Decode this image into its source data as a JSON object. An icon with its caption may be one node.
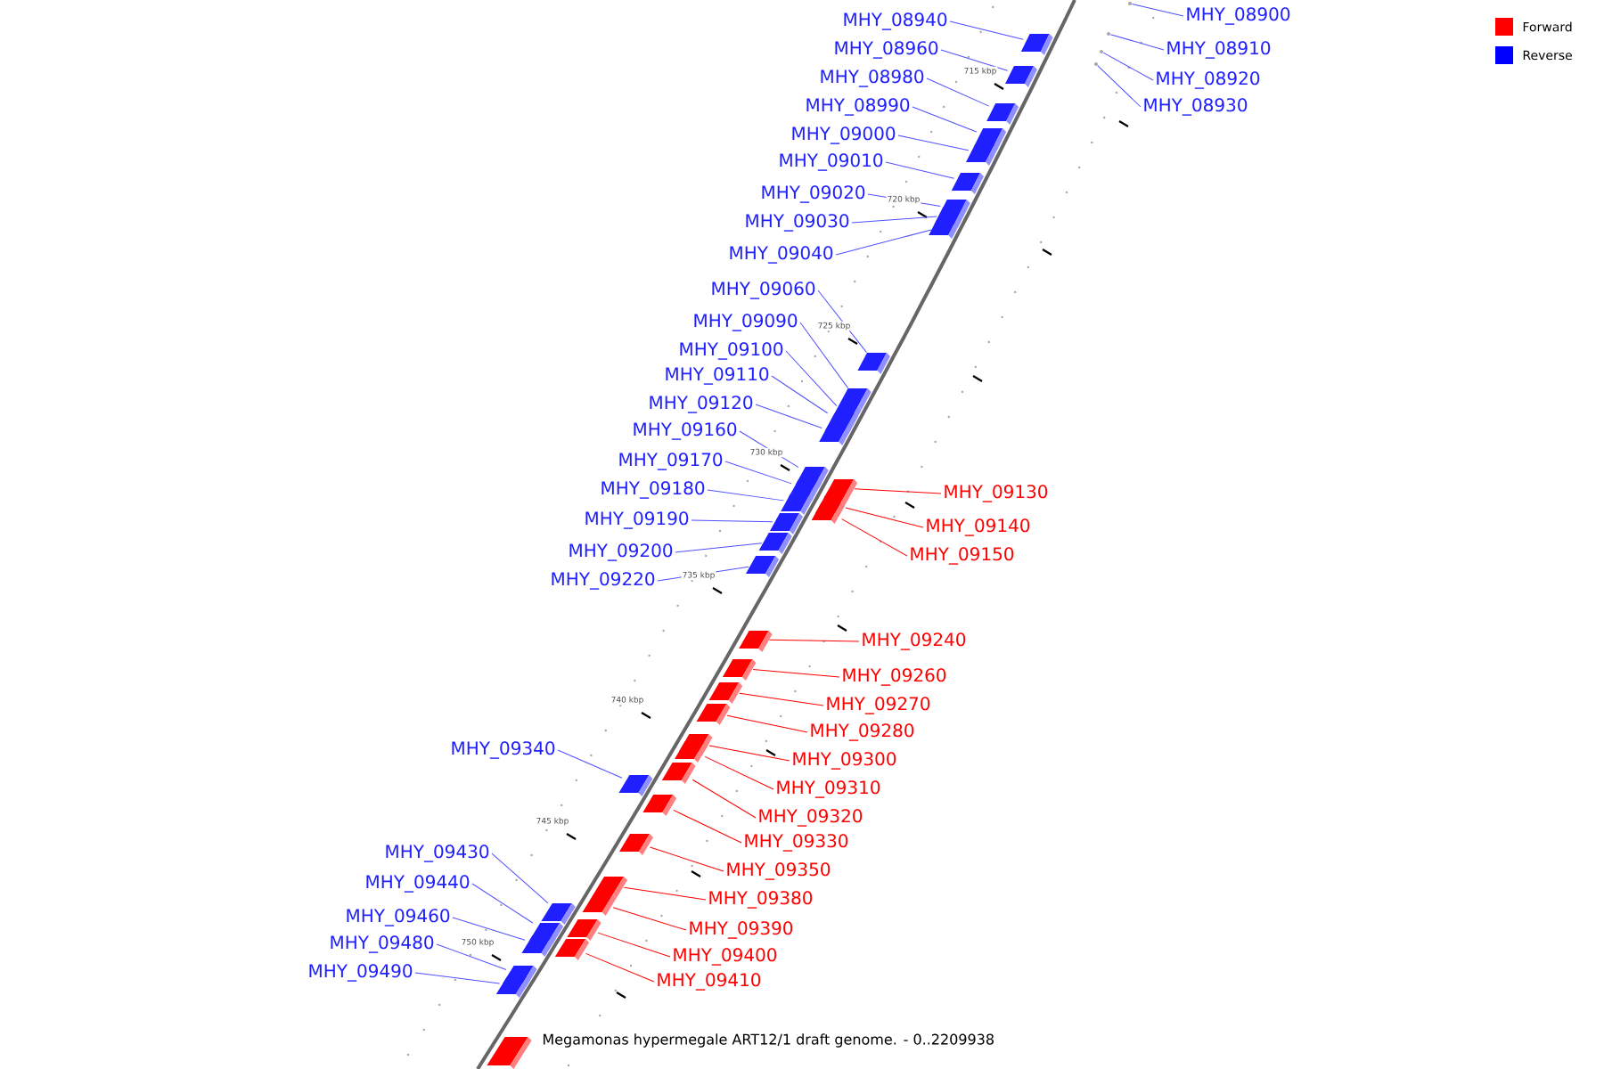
{
  "diagram": {
    "caption": "Megamonas hypermegale ART12/1 draft genome. - 0..2209938",
    "nodes": [
      {
        "text": [
          "MHY_08900"
        ]
      },
      {
        "text": [
          "MHY_08940"
        ]
      },
      {
        "text": [
          "MHY_08960"
        ]
      },
      {
        "text": [
          "MHY_08910"
        ]
      },
      {
        "text": [
          "MHY_08980"
        ]
      },
      {
        "text": [
          "MHY_08920"
        ]
      },
      {
        "text": [
          "MHY_08990"
        ]
      },
      {
        "text": [
          "MHY_08930"
        ]
      },
      {
        "text": [
          "MHY_09000"
        ]
      },
      {
        "text": [
          "MHY_09010"
        ]
      },
      {
        "text": [
          "MHY_09020"
        ]
      },
      {
        "text": [
          "MHY_09030"
        ]
      },
      {
        "text": [
          "MHY_09040"
        ]
      },
      {
        "text": [
          "MHY_09060"
        ]
      },
      {
        "text": [
          "MHY_09090"
        ]
      },
      {
        "text": [
          "MHY_09100"
        ]
      },
      {
        "text": [
          "MHY_09110"
        ]
      },
      {
        "text": [
          "MHY_09120"
        ]
      },
      {
        "text": [
          "MHY_09160"
        ]
      },
      {
        "text": [
          "MHY_09170"
        ]
      },
      {
        "text": [
          "MHY_09180"
        ]
      },
      {
        "text": [
          "MHY_09130"
        ]
      },
      {
        "text": [
          "MHY_09190"
        ]
      },
      {
        "text": [
          "MHY_09140"
        ]
      },
      {
        "text": [
          "MHY_09200"
        ]
      },
      {
        "text": [
          "MHY_09150"
        ]
      },
      {
        "text": [
          "MHY_09220"
        ]
      },
      {
        "text": [
          "MHY_09240"
        ]
      },
      {
        "text": [
          "MHY_09260"
        ]
      },
      {
        "text": [
          "MHY_09270"
        ]
      },
      {
        "text": [
          "MHY_09280"
        ]
      },
      {
        "text": [
          "MHY_09340"
        ]
      },
      {
        "text": [
          "MHY_09300"
        ]
      },
      {
        "text": [
          "MHY_09310"
        ]
      },
      {
        "text": [
          "MHY_09320"
        ]
      },
      {
        "text": [
          "MHY_09330"
        ]
      },
      {
        "text": [
          "MHY_09430"
        ]
      },
      {
        "text": [
          "MHY_09350"
        ]
      },
      {
        "text": [
          "MHY_09440"
        ]
      },
      {
        "text": [
          "MHY_09380"
        ]
      },
      {
        "text": [
          "MHY_09460"
        ]
      },
      {
        "text": [
          "MHY_09390"
        ]
      },
      {
        "text": [
          "MHY_09480"
        ]
      },
      {
        "text": [
          "MHY_09400"
        ]
      },
      {
        "text": [
          "MHY_09490"
        ]
      },
      {
        "text": [
          "MHY_09410"
        ]
      },
      {
        "text": [],
        "shape": "circle"
      },
      {
        "text": [],
        "shape": "box"
      },
      {
        "text": [],
        "shape": "box"
      },
      {
        "text": [],
        "shape": "circle"
      },
      {
        "text": [],
        "shape": "box"
      },
      {
        "text": [],
        "shape": "circle"
      },
      {
        "text": [],
        "shape": "box"
      },
      {
        "text": [],
        "shape": "circle"
      },
      {
        "text": [],
        "shape": "box"
      },
      {
        "text": [],
        "shape": "box"
      },
      {
        "text": [],
        "shape": "box"
      },
      {
        "text": [],
        "shape": "box"
      },
      {
        "text": [],
        "shape": "box"
      },
      {
        "text": [],
        "shape": "box"
      },
      {
        "text": [],
        "shape": "box"
      },
      {
        "text": [],
        "shape": "box"
      },
      {
        "text": [],
        "shape": "box"
      },
      {
        "text": [],
        "shape": "box"
      },
      {
        "text": [],
        "shape": "box"
      },
      {
        "text": [],
        "shape": "box"
      },
      {
        "text": [],
        "shape": "box"
      },
      {
        "text": [],
        "shape": "box"
      },
      {
        "text": [],
        "shape": "box"
      },
      {
        "text": [],
        "shape": "box"
      },
      {
        "text": [],
        "shape": "box"
      },
      {
        "text": [],
        "shape": "box"
      },
      {
        "text": [],
        "shape": "box"
      },
      {
        "text": [],
        "shape": "box"
      },
      {
        "text": [],
        "shape": "box"
      },
      {
        "text": [],
        "shape": "box"
      },
      {
        "text": [],
        "shape": "box"
      },
      {
        "text": [],
        "shape": "box"
      },
      {
        "text": [],
        "shape": "box"
      },
      {
        "text": [],
        "shape": "box"
      },
      {
        "text": [],
        "shape": "box"
      },
      {
        "text": [],
        "shape": "box"
      },
      {
        "text": [],
        "shape": "box"
      },
      {
        "text": [],
        "shape": "box"
      },
      {
        "text": [],
        "shape": "box"
      },
      {
        "text": [],
        "shape": "box"
      },
      {
        "text": [],
        "shape": "box"
      },
      {
        "text": [],
        "shape": "box"
      },
      {
        "text": [],
        "shape": "box"
      },
      {
        "text": [],
        "shape": "box"
      },
      {
        "text": [],
        "shape": "box"
      },
      {
        "text": [],
        "shape": "box"
      }
    ],
    "edges": [
      {
        "from": 0,
        "to": 46,
        "arrow": "none"
      },
      {
        "from": 1,
        "to": 47,
        "arrow": "none"
      },
      {
        "from": 2,
        "to": 48,
        "arrow": "none"
      },
      {
        "from": 3,
        "to": 49,
        "arrow": "none"
      },
      {
        "from": 4,
        "to": 50,
        "arrow": "none"
      },
      {
        "from": 5,
        "to": 51,
        "arrow": "none"
      },
      {
        "from": 6,
        "to": 52,
        "arrow": "none"
      },
      {
        "from": 7,
        "to": 53,
        "arrow": "none"
      },
      {
        "from": 8,
        "to": 54,
        "arrow": "none"
      },
      {
        "from": 9,
        "to": 55,
        "arrow": "none"
      },
      {
        "from": 10,
        "to": 56,
        "arrow": "none"
      },
      {
        "from": 11,
        "to": 57,
        "arrow": "none"
      },
      {
        "from": 12,
        "to": 58,
        "arrow": "none"
      },
      {
        "from": 13,
        "to": 59,
        "arrow": "none"
      },
      {
        "from": 14,
        "to": 60,
        "arrow": "none"
      },
      {
        "from": 15,
        "to": 61,
        "arrow": "none"
      },
      {
        "from": 16,
        "to": 62,
        "arrow": "none"
      },
      {
        "from": 17,
        "to": 63,
        "arrow": "none"
      },
      {
        "from": 18,
        "to": 64,
        "arrow": "none"
      },
      {
        "from": 19,
        "to": 65,
        "arrow": "none"
      },
      {
        "from": 20,
        "to": 66,
        "arrow": "none"
      },
      {
        "from": 21,
        "to": 67,
        "arrow": "none",
        "color": "#ff0000"
      },
      {
        "from": 22,
        "to": 68,
        "arrow": "none"
      },
      {
        "from": 23,
        "to": 69,
        "arrow": "none",
        "color": "#ff0000"
      },
      {
        "from": 24,
        "to": 70,
        "arrow": "none"
      },
      {
        "from": 25,
        "to": 71,
        "arrow": "none",
        "color": "#ff0000"
      },
      {
        "from": 26,
        "to": 72,
        "arrow": "none"
      },
      {
        "from": 27,
        "to": 73,
        "arrow": "none",
        "color": "#ff0000"
      },
      {
        "from": 28,
        "to": 74,
        "arrow": "none",
        "color": "#ff0000"
      },
      {
        "from": 29,
        "to": 75,
        "arrow": "none",
        "color": "#ff0000"
      },
      {
        "from": 30,
        "to": 76,
        "arrow": "none",
        "color": "#ff0000"
      },
      {
        "from": 31,
        "to": 77,
        "arrow": "none"
      },
      {
        "from": 32,
        "to": 78,
        "arrow": "none",
        "color": "#ff0000"
      },
      {
        "from": 33,
        "to": 79,
        "arrow": "none",
        "color": "#ff0000"
      },
      {
        "from": 34,
        "to": 80,
        "arrow": "none",
        "color": "#ff0000"
      },
      {
        "from": 35,
        "to": 81,
        "arrow": "none",
        "color": "#ff0000"
      },
      {
        "from": 36,
        "to": 82,
        "arrow": "none"
      },
      {
        "from": 37,
        "to": 83,
        "arrow": "none",
        "color": "#ff0000"
      },
      {
        "from": 38,
        "to": 84,
        "arrow": "none"
      },
      {
        "from": 39,
        "to": 85,
        "arrow": "none",
        "color": "#ff0000"
      },
      {
        "from": 40,
        "to": 86,
        "arrow": "none"
      },
      {
        "from": 41,
        "to": 87,
        "arrow": "none",
        "color": "#ff0000"
      },
      {
        "from": 42,
        "to": 88,
        "arrow": "none"
      },
      {
        "from": 43,
        "to": 89,
        "arrow": "none",
        "color": "#ff0000"
      },
      {
        "from": 44,
        "to": 90,
        "arrow": "none"
      },
      {
        "from": 45,
        "to": 91,
        "arrow": "none",
        "color": "#ff0000"
      }
    ],
    "labels": [
      "715 kbp",
      "720 kbp",
      "725 kbp",
      "730 kbp",
      "735 kbp",
      "740 kbp",
      "745 kbp",
      "750 kbp"
    ],
    "legend": [
      {
        "text": "Forward",
        "color": "#ff0000"
      },
      {
        "text": "Reverse",
        "color": "#0000ff"
      }
    ]
  }
}
